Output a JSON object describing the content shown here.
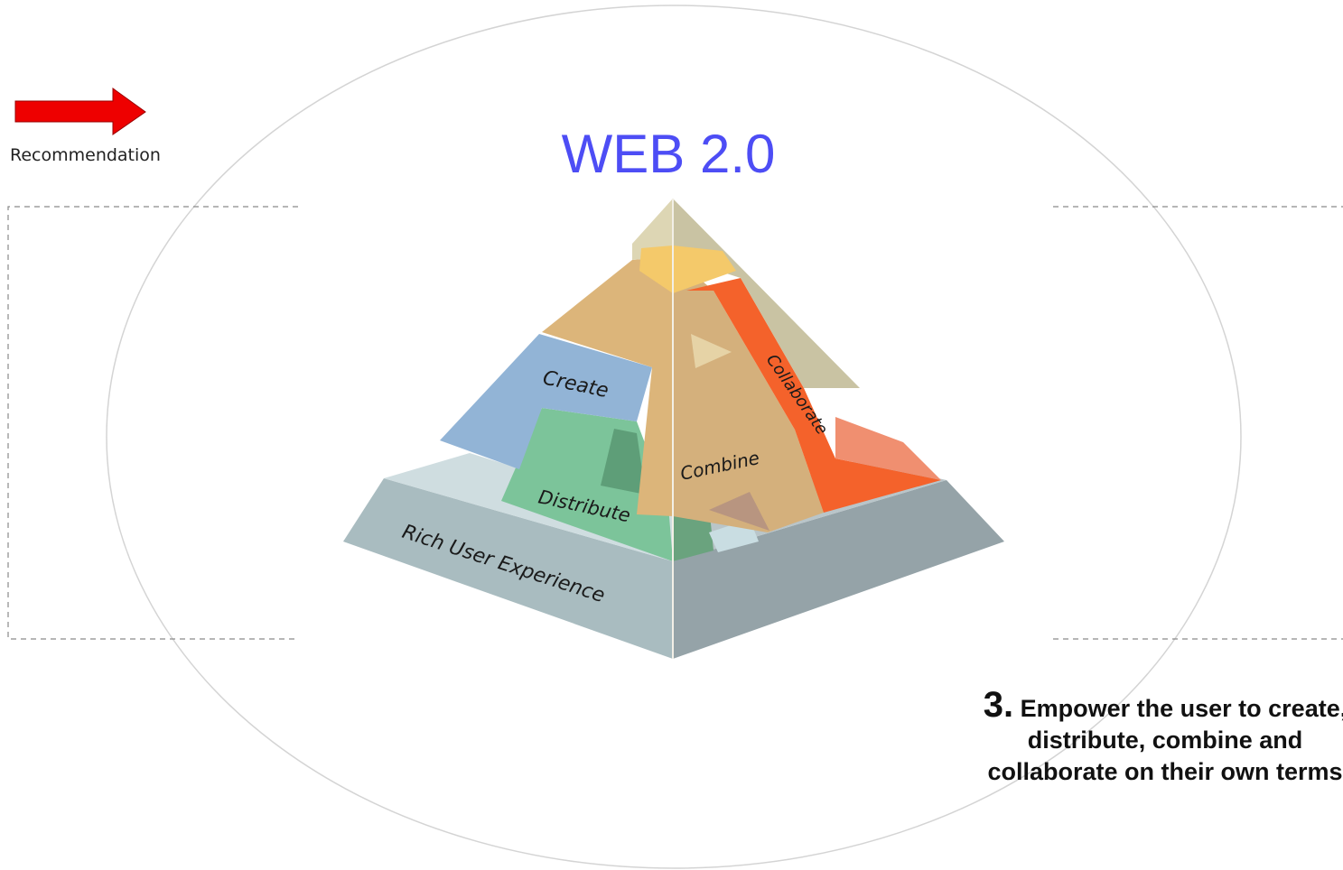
{
  "title": "WEB 2.0",
  "recommendation": {
    "label": "Recommendation",
    "arrow_color": "#ee0000"
  },
  "pyramid": {
    "labels": {
      "create": "Create",
      "distribute": "Distribute",
      "combine": "Combine",
      "collaborate": "Collaborate",
      "rich_ux": "Rich User Experience"
    },
    "colors": {
      "create": "#92b4d6",
      "distribute": "#7cc49a",
      "combine": "#dcb57a",
      "collaborate": "#f4622b",
      "rich_ux": "#a9bcc0",
      "right_face": "#95a3a8",
      "top": "#d0c5a2"
    }
  },
  "caption": {
    "number": "3.",
    "text": " Empower the user to create, distribute, combine and collaborate on their own terms"
  }
}
